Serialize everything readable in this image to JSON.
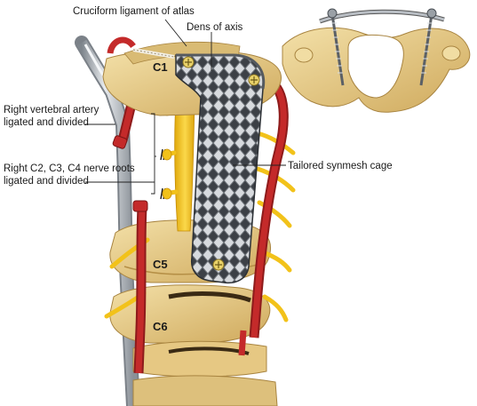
{
  "labels": {
    "cruciform": "Cruciform ligament of atlas",
    "dens": "Dens of axis",
    "artery_1": "Right vertebral artery",
    "artery_2": "ligated and divided",
    "roots_1": "Right C2, C3, C4 nerve roots",
    "roots_2": "ligated and divided",
    "cage": "Tailored synmesh cage"
  },
  "vertebrae": {
    "c1": "C1",
    "c5": "C5",
    "c6": "C6"
  },
  "colors": {
    "bone": "#e8cf8e",
    "bone_shade": "#c9a65a",
    "nerve": "#f2c21a",
    "artery": "#c42a2a",
    "metal": "#9aa0a6",
    "background": "#ffffff"
  }
}
